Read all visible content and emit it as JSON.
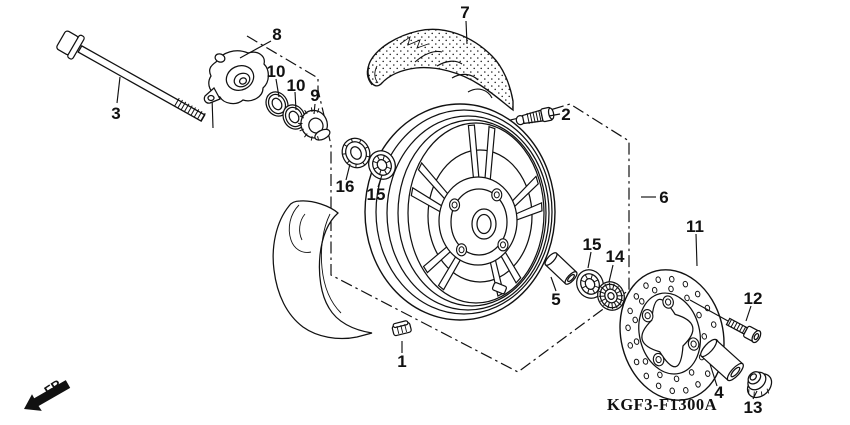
{
  "diagram": {
    "code": "KGF3-F1300A",
    "direction_label": "FR.",
    "background_color": "#ffffff",
    "line_color": "#111111"
  },
  "callouts": [
    {
      "number": "3"
    },
    {
      "number": "8"
    },
    {
      "number": "10"
    },
    {
      "number": "10"
    },
    {
      "number": "9"
    },
    {
      "number": "7"
    },
    {
      "number": "2"
    },
    {
      "number": "16"
    },
    {
      "number": "15"
    },
    {
      "number": "6"
    },
    {
      "number": "11"
    },
    {
      "number": "15"
    },
    {
      "number": "14"
    },
    {
      "number": "5"
    },
    {
      "number": "12"
    },
    {
      "number": "1"
    },
    {
      "number": "4"
    },
    {
      "number": "13"
    }
  ]
}
